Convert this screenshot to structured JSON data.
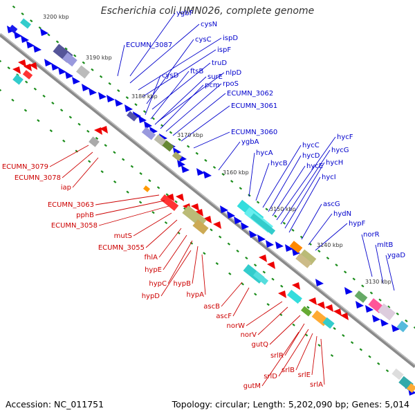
{
  "title": "Escherichia coli UMN026, complete genome",
  "accession": "Accession: NC_011751",
  "summary": "Topology: circular; Length: 5,202,090 bp; Genes: 5,014",
  "colors": {
    "forward_label": "#0000cc",
    "reverse_label": "#cc0000",
    "backbone": "#888888",
    "forward_gene": "#0000ee",
    "reverse_gene": "#ee0000",
    "tick": "#1a8c1a"
  },
  "scale_labels": [
    {
      "id": "s3200",
      "text": "3200 kbp"
    },
    {
      "id": "s3190",
      "text": "3190 kbp"
    },
    {
      "id": "s3180",
      "text": "3180 kbp"
    },
    {
      "id": "s3170",
      "text": "3170 kbp"
    },
    {
      "id": "s3160",
      "text": "3160 kbp"
    },
    {
      "id": "s3150",
      "text": "3150 kbp"
    },
    {
      "id": "s3140",
      "text": "3140 kbp"
    },
    {
      "id": "s3130",
      "text": "3130 kbp"
    }
  ],
  "forward_genes": [
    {
      "id": "f1",
      "text": "ygbF"
    },
    {
      "id": "f2",
      "text": "ECUMN_3087"
    },
    {
      "id": "f3",
      "text": "cysN"
    },
    {
      "id": "f4",
      "text": "ispD"
    },
    {
      "id": "f5",
      "text": "ispF"
    },
    {
      "id": "f6",
      "text": "cysC"
    },
    {
      "id": "f7",
      "text": "truD"
    },
    {
      "id": "f8",
      "text": "cysD"
    },
    {
      "id": "f9",
      "text": "ftsB"
    },
    {
      "id": "f10",
      "text": "nlpD"
    },
    {
      "id": "f11",
      "text": "surE"
    },
    {
      "id": "f12",
      "text": "pcm"
    },
    {
      "id": "f13",
      "text": "rpoS"
    },
    {
      "id": "f14",
      "text": "ECUMN_3062"
    },
    {
      "id": "f15",
      "text": "ECUMN_3061"
    },
    {
      "id": "f16",
      "text": "ECUMN_3060"
    },
    {
      "id": "f17",
      "text": "ygbA"
    },
    {
      "id": "f18",
      "text": "hycA"
    },
    {
      "id": "f19",
      "text": "hycB"
    },
    {
      "id": "f20",
      "text": "hycC"
    },
    {
      "id": "f21",
      "text": "hycD"
    },
    {
      "id": "f22",
      "text": "hycE"
    },
    {
      "id": "f23",
      "text": "hycF"
    },
    {
      "id": "f24",
      "text": "hycG"
    },
    {
      "id": "f25",
      "text": "hycH"
    },
    {
      "id": "f26",
      "text": "hycI"
    },
    {
      "id": "f27",
      "text": "ascG"
    },
    {
      "id": "f28",
      "text": "hydN"
    },
    {
      "id": "f29",
      "text": "hypF"
    },
    {
      "id": "f30",
      "text": "norR"
    },
    {
      "id": "f31",
      "text": "mltB"
    },
    {
      "id": "f32",
      "text": "ygaD"
    }
  ],
  "reverse_genes": [
    {
      "id": "r1",
      "text": "ECUMN_3079"
    },
    {
      "id": "r2",
      "text": "ECUMN_3078"
    },
    {
      "id": "r3",
      "text": "iap"
    },
    {
      "id": "r4",
      "text": "ECUMN_3063"
    },
    {
      "id": "r5",
      "text": "pphB"
    },
    {
      "id": "r6",
      "text": "ECUMN_3058"
    },
    {
      "id": "r7",
      "text": "mutS"
    },
    {
      "id": "r8",
      "text": "ECUMN_3055"
    },
    {
      "id": "r9",
      "text": "fhlA"
    },
    {
      "id": "r10",
      "text": "hypE"
    },
    {
      "id": "r11",
      "text": "hypC"
    },
    {
      "id": "r12",
      "text": "hypB"
    },
    {
      "id": "r13",
      "text": "hypD"
    },
    {
      "id": "r14",
      "text": "hypA"
    },
    {
      "id": "r15",
      "text": "ascB"
    },
    {
      "id": "r16",
      "text": "ascF"
    },
    {
      "id": "r17",
      "text": "norW"
    },
    {
      "id": "r18",
      "text": "norV"
    },
    {
      "id": "r19",
      "text": "gutQ"
    },
    {
      "id": "r20",
      "text": "srlR"
    },
    {
      "id": "r21",
      "text": "srlD"
    },
    {
      "id": "r22",
      "text": "srlB"
    },
    {
      "id": "r23",
      "text": "srlE"
    },
    {
      "id": "r24",
      "text": "gutM"
    },
    {
      "id": "r25",
      "text": "srlA"
    }
  ]
}
